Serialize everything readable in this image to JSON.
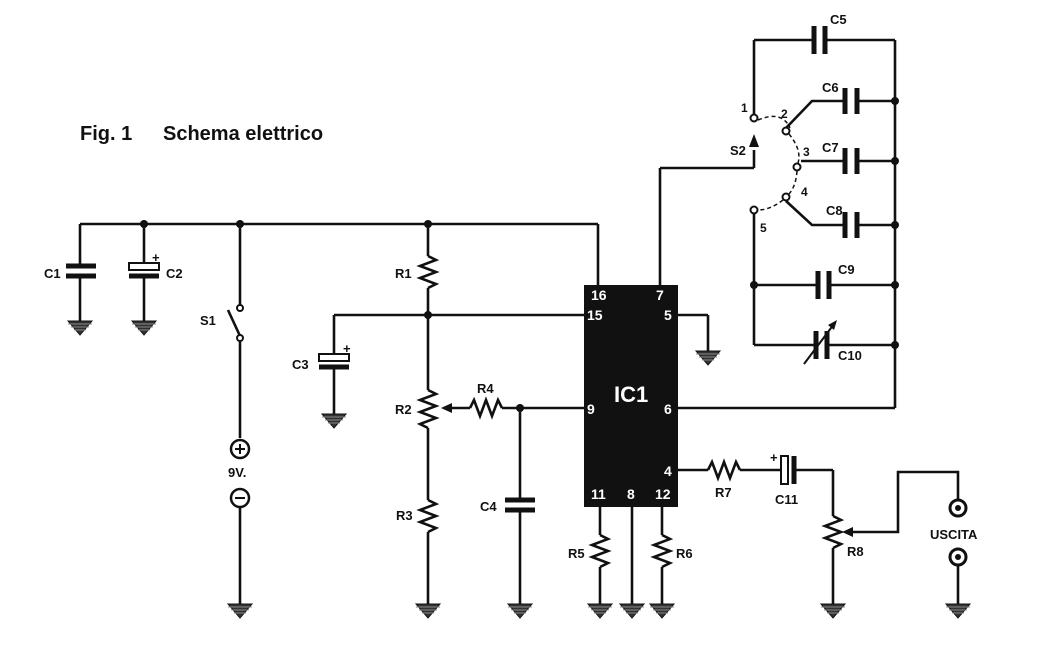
{
  "figure": {
    "number": "Fig. 1",
    "title": "Schema elettrico"
  },
  "ic": {
    "name": "IC1"
  },
  "pins": {
    "p16": "16",
    "p7": "7",
    "p15": "15",
    "p5": "5",
    "p9": "9",
    "p6": "6",
    "p4": "4",
    "p11": "11",
    "p8": "8",
    "p12": "12"
  },
  "labels": {
    "C1": "C1",
    "C2": "C2",
    "C3": "C3",
    "C4": "C4",
    "C5": "C5",
    "C6": "C6",
    "C7": "C7",
    "C8": "C8",
    "C9": "C9",
    "C10": "C10",
    "C11": "C11",
    "R1": "R1",
    "R2": "R2",
    "R3": "R3",
    "R4": "R4",
    "R5": "R5",
    "R6": "R6",
    "R7": "R7",
    "R8": "R8",
    "S1": "S1",
    "S2": "S2",
    "battery": "9V.",
    "output": "USCITA"
  },
  "switch_positions": [
    "1",
    "2",
    "3",
    "4",
    "5"
  ],
  "polarity": {
    "plus": "+"
  }
}
